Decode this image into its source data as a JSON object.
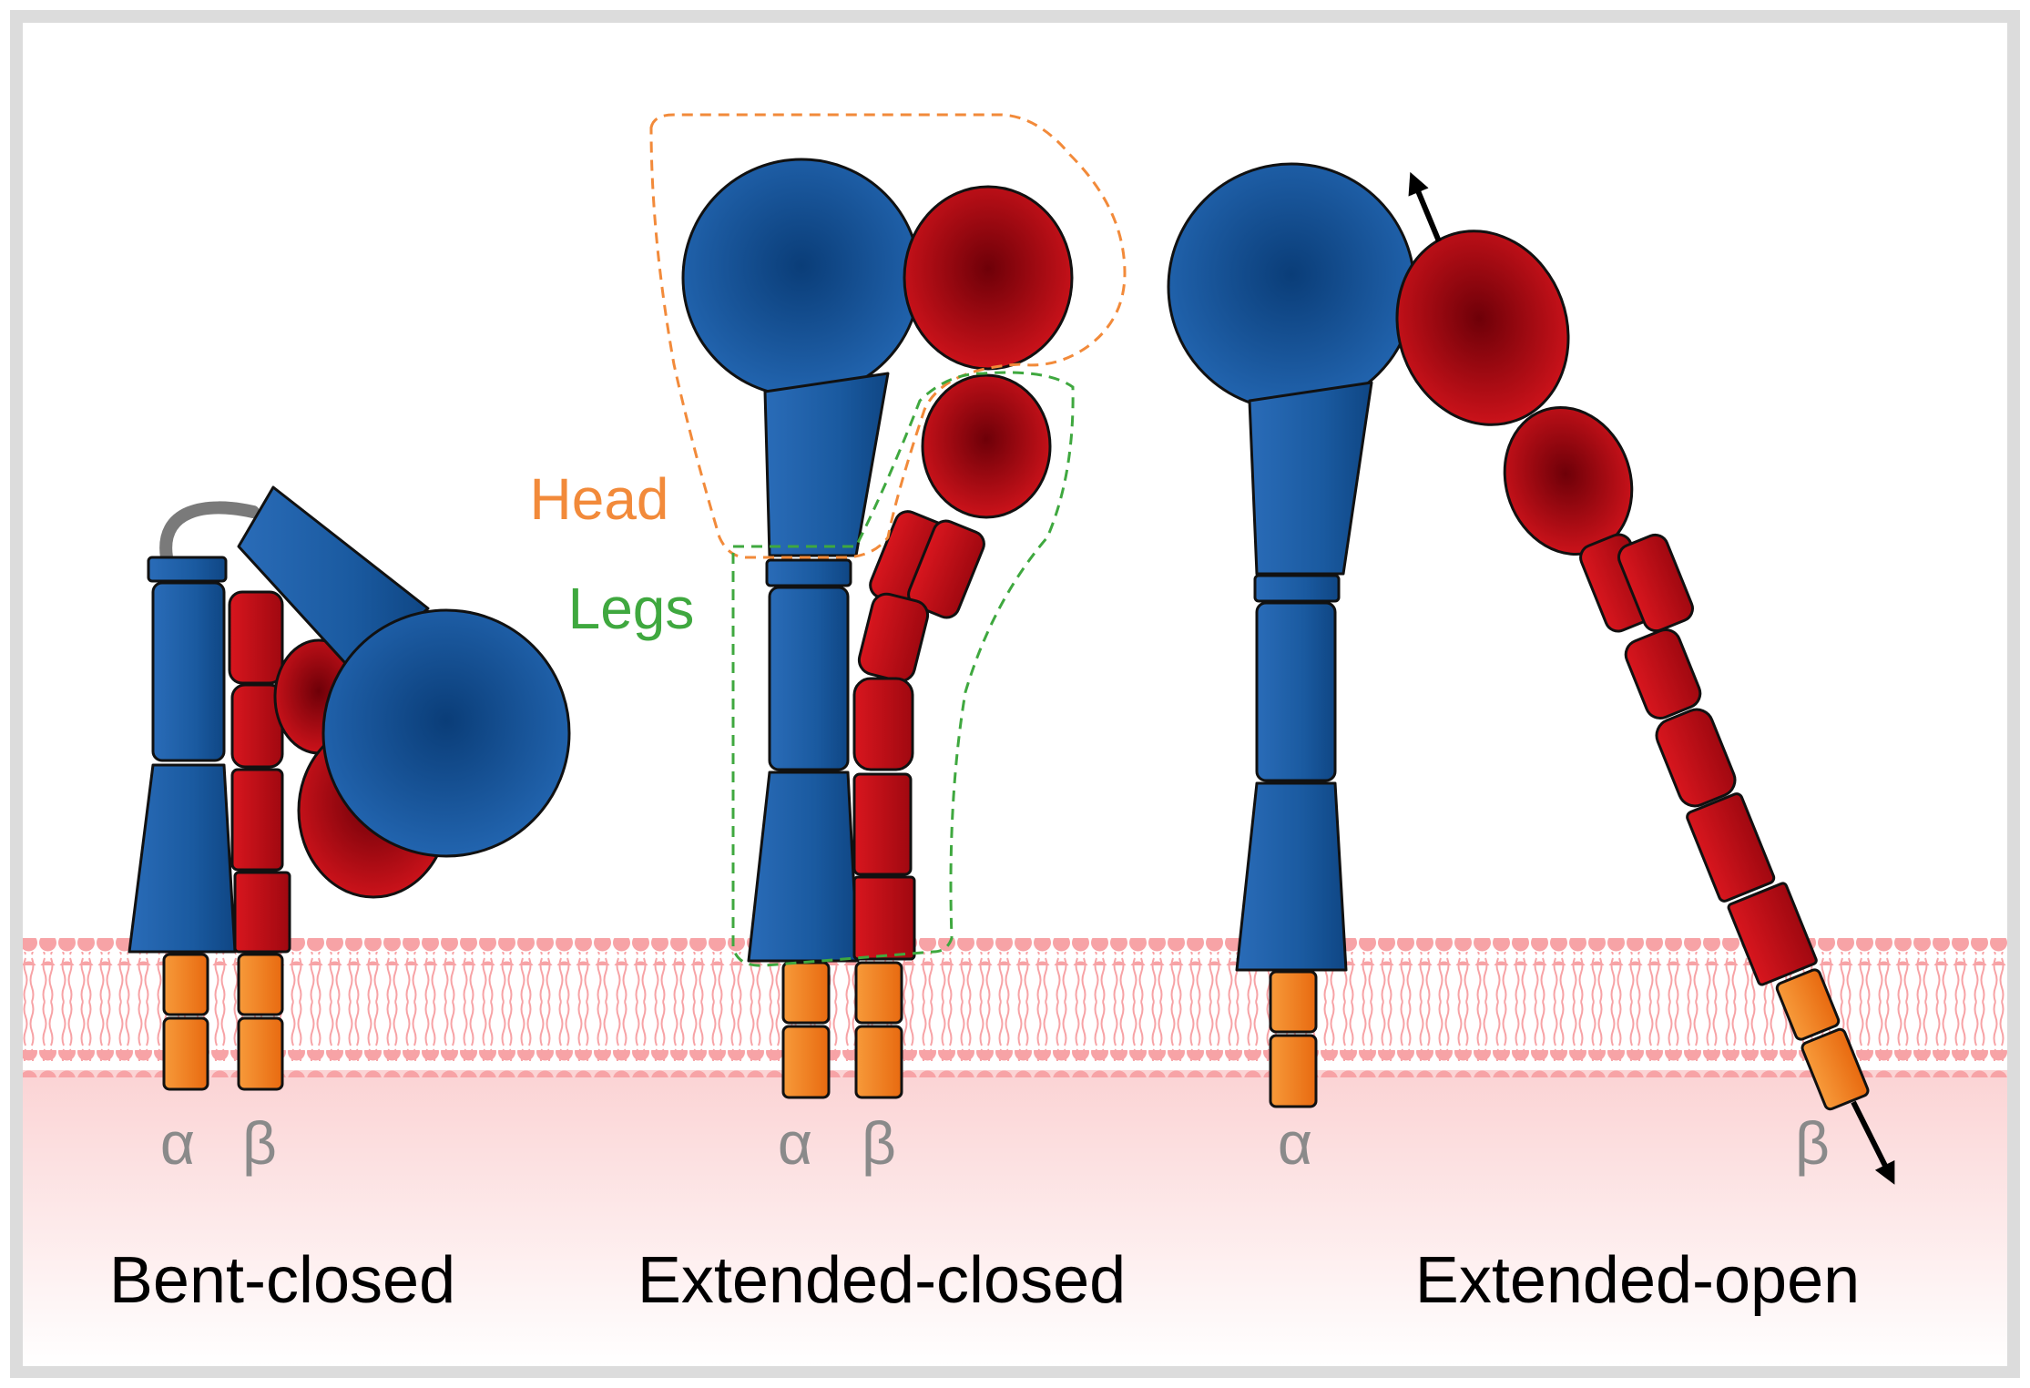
{
  "labels": {
    "head": "Head",
    "legs": "Legs",
    "alpha": "α",
    "beta": "β"
  },
  "states": [
    {
      "name": "Bent-closed"
    },
    {
      "name": "Extended-closed"
    },
    {
      "name": "Extended-open"
    }
  ],
  "colors": {
    "alpha_blue": "#1f5fa8",
    "alpha_blue_dark": "#0a3d78",
    "beta_red": "#c8121a",
    "beta_red_dark": "#7a0008",
    "transmembrane_orange": "#f07a18",
    "membrane_pink": "#f7a3a6",
    "head_outline": "#f28a3a",
    "legs_outline": "#3fa83f",
    "subunit_label_gray": "#8a8a8a",
    "frame_gray": "#dcdcdc"
  }
}
